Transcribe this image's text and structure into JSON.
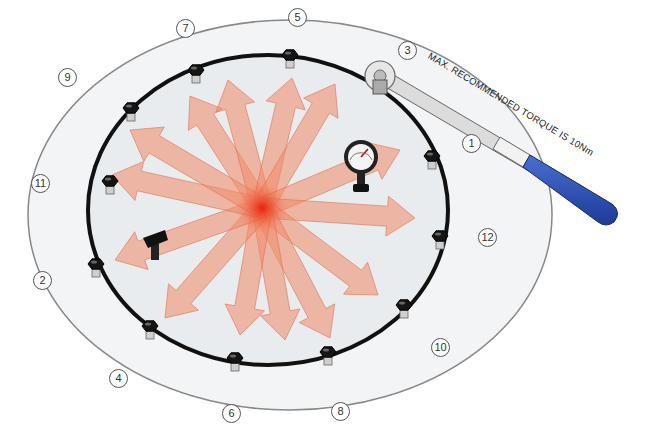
{
  "diagram": {
    "labels": [
      "MAX. RECOMMENDED TORQUE IS 10Nm",
      "1",
      "2",
      "3",
      "4",
      "5",
      "6",
      "7",
      "8",
      "9",
      "10",
      "11",
      "12"
    ]
  }
}
